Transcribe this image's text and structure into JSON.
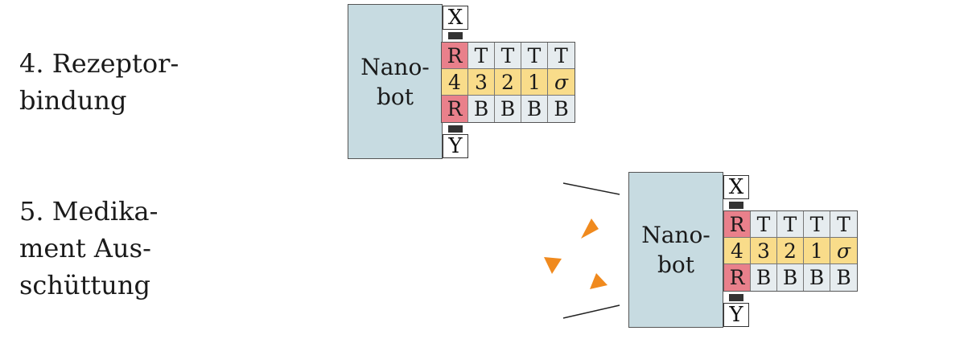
{
  "steps": [
    {
      "lines": [
        "4. Rezeptor-",
        "bindung"
      ]
    },
    {
      "lines": [
        "5. Medika-",
        "ment Aus-",
        "schüttung"
      ]
    }
  ],
  "nanobot": {
    "lines": [
      "Nano-",
      "bot"
    ],
    "top_receptor": "X",
    "bottom_receptor": "Y",
    "tape": [
      [
        "R",
        "T",
        "T",
        "T",
        "T"
      ],
      [
        "4",
        "3",
        "2",
        "1",
        "σ"
      ],
      [
        "R",
        "B",
        "B",
        "B",
        "B"
      ]
    ]
  },
  "colors": {
    "bot_fill": "#c7dbe1",
    "receptor_cell": "#e9808b",
    "counter_row": "#f9dc8a",
    "tape_cell": "#e6ecef",
    "drug_particle": "#f08a1e"
  },
  "release": {
    "particle_count": 3,
    "particle_shape": "triangle"
  }
}
